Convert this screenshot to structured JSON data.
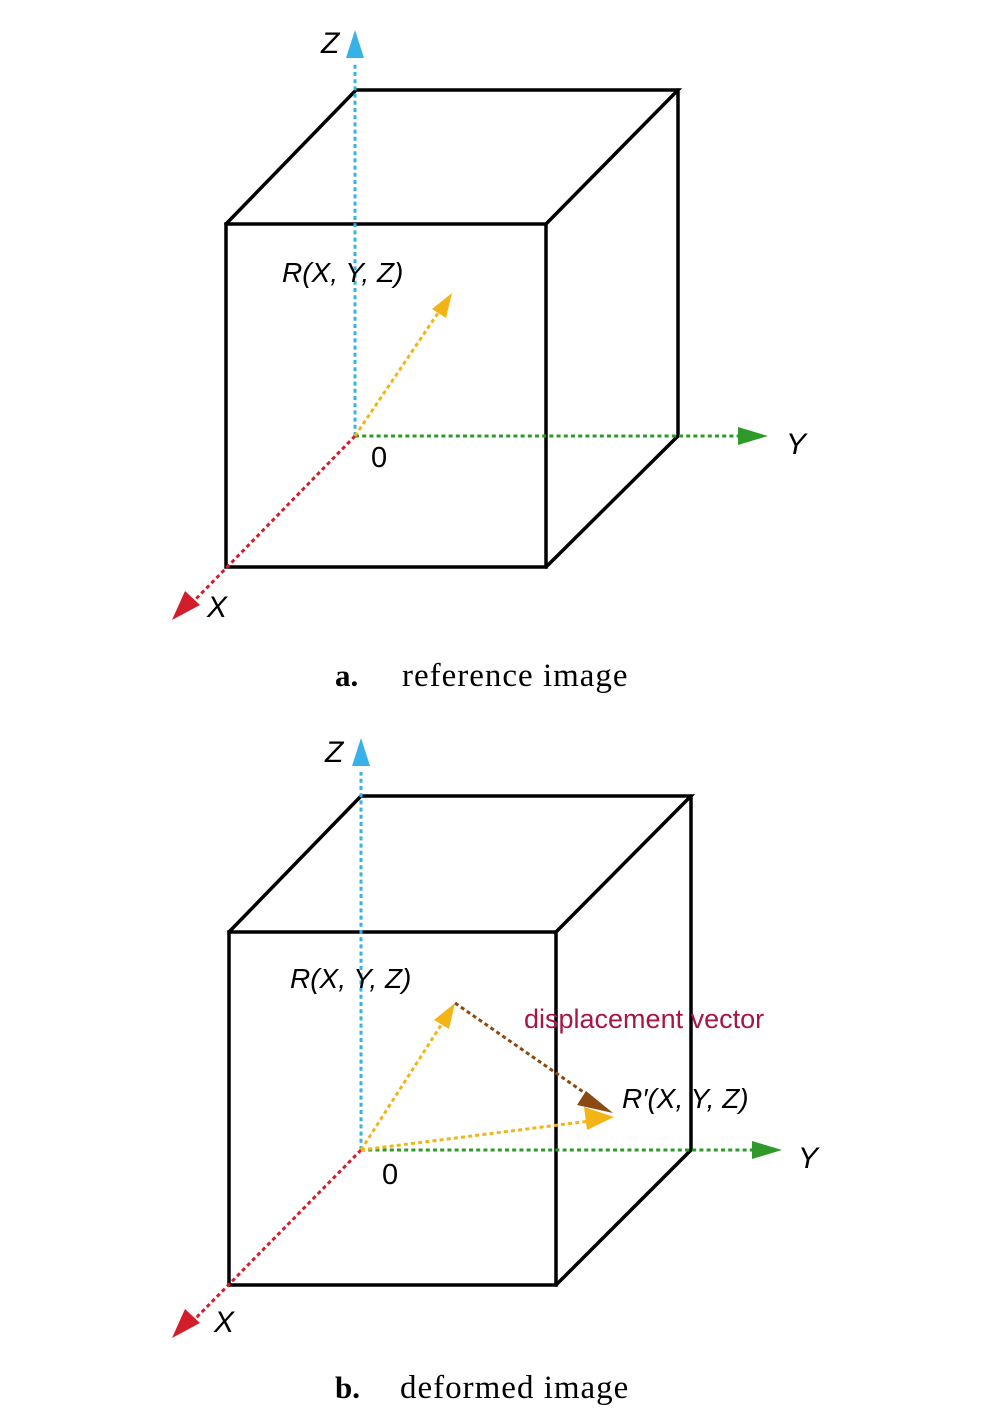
{
  "colors": {
    "x_axis": "#d21e2a",
    "y_axis": "#2e9a2a",
    "z_axis": "#36b2e8",
    "position_vector": "#f2b515",
    "displacement_vector": "#8a4a12",
    "displacement_label": "#a81643"
  },
  "panel_a": {
    "caption_letter": "a.",
    "caption_text": "reference image",
    "axis_x": "X",
    "axis_y": "Y",
    "axis_z": "Z",
    "origin": "0",
    "point_label": "R(X, Y, Z)"
  },
  "panel_b": {
    "caption_letter": "b.",
    "caption_text": "deformed image",
    "axis_x": "X",
    "axis_y": "Y",
    "axis_z": "Z",
    "origin": "0",
    "point_label": "R(X, Y, Z)",
    "deformed_point_label": "R′(X, Y, Z)",
    "displacement_label": "displacement vector"
  }
}
